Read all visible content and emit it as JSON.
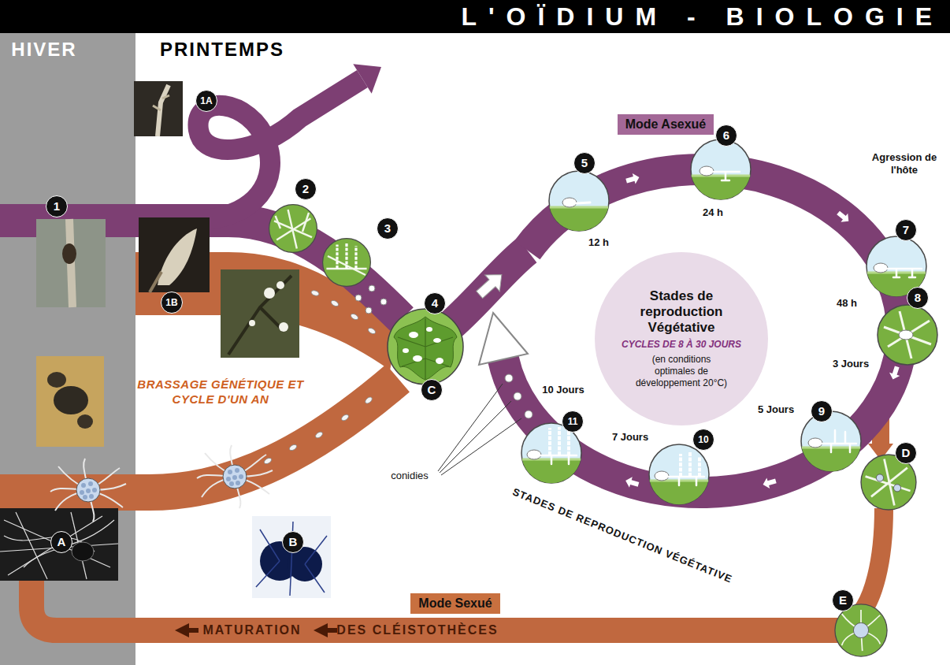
{
  "diagram": {
    "title": "L'OÏDIUM - BIOLOGIE",
    "nodes": [
      {
        "text": [
          "Mode Asexué"
        ]
      },
      {
        "text": [
          "Stades de reproduction Végétative",
          "CYCLES DE 8 À 30 JOURS",
          "(en conditions optimales de développement 20°C)"
        ]
      },
      {
        "text": [
          "Mode Sexué"
        ]
      }
    ],
    "labels": [
      "HIVER",
      "PRINTEMPS",
      "1A",
      "1",
      "2",
      "3",
      "1B",
      "Agression de l'hôte",
      "5",
      "6",
      "7",
      "12 h",
      "24 h",
      "48 h",
      "8",
      "3 Jours",
      "4",
      "C",
      "BRASSAGE GÉNÉTIQUE ET CYCLE D'UN AN",
      "10 Jours",
      "11",
      "7 Jours",
      "10",
      "5 Jours",
      "9",
      "D",
      "conidies",
      "A",
      "B",
      "STADES DE REPRODUCTION VÉGÉTATIVE",
      "E",
      "MATURATION",
      "DES CLÉISTOTHÈCES"
    ]
  }
}
